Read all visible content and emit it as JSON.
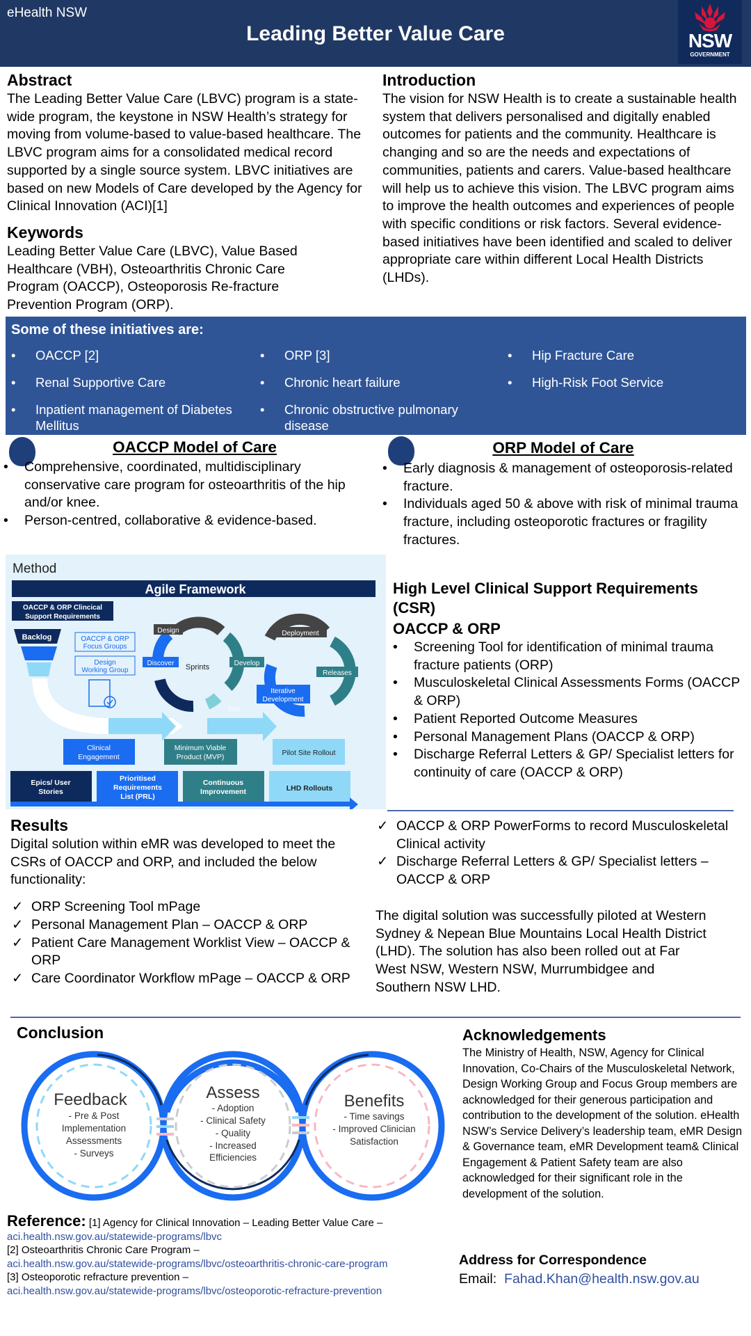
{
  "header": {
    "org": "eHealth NSW",
    "title": "Leading Better Value Care",
    "logo_text": "NSW",
    "logo_sub": "GOVERNMENT"
  },
  "abstract": {
    "heading": "Abstract",
    "text": "The Leading Better Value Care (LBVC) program is a state-wide program, the keystone in NSW Health’s strategy for moving from volume-based to value-based healthcare. The LBVC program aims for a consolidated medical record supported by a single source system. LBVC initiatives are based on new Models of Care developed by the Agency for Clinical Innovation (ACI)[1]"
  },
  "keywords": {
    "heading": "Keywords",
    "text": "Leading Better Value Care (LBVC), Value Based Healthcare (VBH), Osteoarthritis Chronic Care Program (OACCP), Osteoporosis Re-fracture Prevention Program (ORP)."
  },
  "introduction": {
    "heading": "Introduction",
    "text": "The vision for NSW Health is to create a sustainable health system that delivers personalised and digitally enabled outcomes for patients and the community. Healthcare is changing and so are the needs and expectations of communities, patients and carers. Value-based healthcare will help us to achieve this vision. The LBVC program aims to improve the health outcomes and experiences of people with specific conditions or risk factors. Several evidence-based initiatives have been identified and scaled to deliver appropriate care within different Local Health Districts (LHDs)."
  },
  "initiatives": {
    "heading": "Some of these initiatives are:",
    "items": [
      "OACCP [2]",
      "ORP [3]",
      "Hip Fracture Care",
      "Renal Supportive Care",
      "Chronic heart failure",
      "High-Risk Foot Service",
      "Inpatient management of Diabetes Mellitus",
      "Chronic obstructive pulmonary disease"
    ]
  },
  "oaccp": {
    "heading": "OACCP Model of Care",
    "items": [
      "Comprehensive, coordinated, multidisciplinary conservative care program for osteoarthritis of the hip and/or knee.",
      "Person-centred, collaborative & evidence-based."
    ]
  },
  "orp": {
    "heading": "ORP Model of Care",
    "items": [
      "Early diagnosis & management of osteoporosis-related fracture.",
      "Individuals aged 50 & above with risk of minimal trauma fracture, including osteoporotic fractures or fragility fractures."
    ]
  },
  "method": {
    "heading": "Method",
    "banner": "Agile Framework",
    "csr_box_1": "OACCP & ORP Clincical",
    "csr_box_2": "Support Requirements",
    "backlog": "Backlog",
    "focus_1": "OACCP & ORP",
    "focus_2": "Focus Groups",
    "dwg_1": "Design",
    "dwg_2": "Working Group",
    "design": "Design",
    "develop": "Develop",
    "test": "Test",
    "discover": "Discover",
    "sprints": "Sprints",
    "deployment": "Deployment",
    "releases": "Releases",
    "iter_1": "Iterative",
    "iter_2": "Development",
    "clin_1": "Clinical",
    "clin_2": "Engagement",
    "mvp_1": "Minimum Viable",
    "mvp_2": "Product (MVP)",
    "pilot": "Pilot Site Rollout",
    "epics_1": "Epics/ User",
    "epics_2": "Stories",
    "prl_1": "Prioritised",
    "prl_2": "Requirements",
    "prl_3": "List (PRL)",
    "ci_1": "Continuous",
    "ci_2": "Improvement",
    "lhd": "LHD Rollouts"
  },
  "csr": {
    "heading": "High Level Clinical Support Requirements (CSR)",
    "subheading": "OACCP & ORP",
    "items": [
      "Screening Tool for identification of minimal trauma fracture patients (ORP)",
      "Musculoskeletal Clinical Assessments Forms (OACCP & ORP)",
      "Patient Reported Outcome Measures",
      "Personal Management Plans (OACCP & ORP)",
      "Discharge Referral Letters & GP/ Specialist letters for continuity of care (OACCP & ORP)"
    ]
  },
  "results": {
    "heading": "Results",
    "text": "Digital solution within eMR was developed to meet the CSRs of OACCP and ORP, and included the below functionality:",
    "items": [
      "ORP Screening Tool mPage",
      "Personal Management Plan – OACCP & ORP",
      "Patient Care Management Worklist View – OACCP & ORP",
      "Care Coordinator Workflow mPage – OACCP & ORP"
    ],
    "items_right": [
      "OACCP & ORP PowerForms to record Musculoskeletal Clinical activity",
      "Discharge Referral Letters & GP/ Specialist letters – OACCP & ORP"
    ],
    "pilot_text": "The digital solution was successfully piloted at Western Sydney & Nepean Blue Mountains Local Health District (LHD). The solution has also been rolled out at Far West NSW, Western NSW, Murrumbidgee and Southern NSW LHD."
  },
  "conclusion": {
    "heading": "Conclusion",
    "feedback": {
      "title": "Feedback",
      "lines": [
        "- Pre & Post",
        "Implementation",
        "Assessments",
        "- Surveys"
      ]
    },
    "assess": {
      "title": "Assess",
      "lines": [
        "- Adoption",
        "- Clinical Safety",
        "- Quality",
        "- Increased",
        "Efficiencies"
      ]
    },
    "benefits": {
      "title": "Benefits",
      "lines": [
        "- Time savings",
        "- Improved Clinician",
        "Satisfaction"
      ]
    }
  },
  "acknowledgements": {
    "heading": "Acknowledgements",
    "text": "The Ministry of Health, NSW, Agency for Clinical Innovation, Co-Chairs of the Musculoskeletal Network, Design Working Group and Focus Group members are acknowledged for their generous participation and contribution to the development of the solution. eHealth NSW’s Service Delivery’s leadership team, eMR Design & Governance team, eMR Development team& Clinical Engagement & Patient Safety team are also acknowledged for their significant role in the development of the solution."
  },
  "reference": {
    "heading": "Reference:",
    "items": [
      {
        "text": "[1] Agency for Clinical Innovation – Leading Better Value Care –",
        "link": "aci.health.nsw.gov.au/statewide-programs/lbvc"
      },
      {
        "text": "[2] Osteoarthritis Chronic Care Program –",
        "link": "aci.health.nsw.gov.au/statewide-programs/lbvc/osteoarthritis-chronic-care-program"
      },
      {
        "text": "[3] Osteoporotic refracture prevention –",
        "link": "aci.health.nsw.gov.au/statewide-programs/lbvc/osteoporotic-refracture-prevention"
      }
    ]
  },
  "address": {
    "heading": "Address for Correspondence",
    "label": "Email:",
    "email": "Fahad.Khan@health.nsw.gov.au"
  },
  "colors": {
    "header": "#203864",
    "initiatives": "#2f5597",
    "accent": "#1a6cf0"
  }
}
